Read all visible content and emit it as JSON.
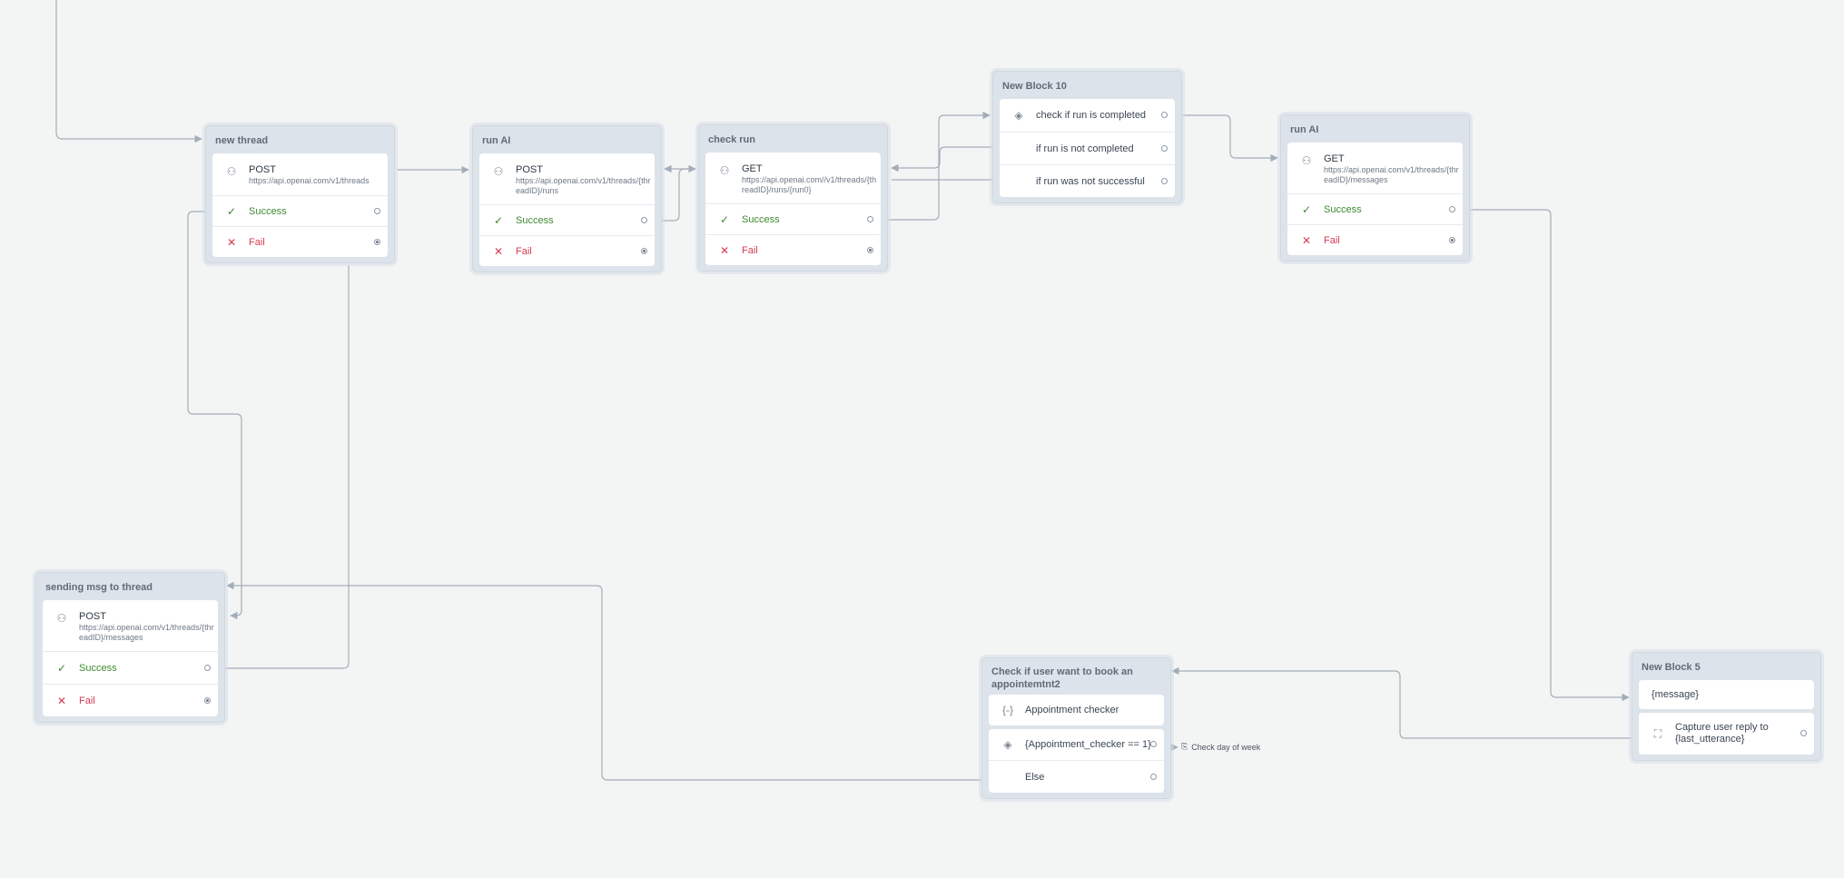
{
  "blocks": {
    "new_thread": {
      "title": "new thread",
      "method": "POST",
      "url": "https://api.openai.com/v1/threads",
      "success": "Success",
      "fail": "Fail"
    },
    "run_ai_1": {
      "title": "run AI",
      "method": "POST",
      "url": "https://api.openai.com/v1/threads/{threadID}/runs",
      "success": "Success",
      "fail": "Fail"
    },
    "check_run": {
      "title": "check run",
      "method": "GET",
      "url": "https://api.openai.com//v1/threads/{threadID}/runs/{run0}",
      "success": "Success",
      "fail": "Fail"
    },
    "new_block_10": {
      "title": "New Block 10",
      "conditions": [
        "check if run is completed",
        "if run is not completed",
        "if run was not successful"
      ]
    },
    "run_ai_2": {
      "title": "run AI",
      "method": "GET",
      "url": "https://api.openai.com/v1/threads/{threadID}/messages",
      "success": "Success",
      "fail": "Fail"
    },
    "sending_msg": {
      "title": "sending msg to thread",
      "method": "POST",
      "url": "https://api.openai.com/v1/threads/{threadID}/messages",
      "success": "Success",
      "fail": "Fail"
    },
    "check_user": {
      "title": "Check if user want to book an appointemtnt2",
      "set_label": "Appointment checker",
      "condition": "{Appointment_checker == 1}",
      "else": "Else",
      "jump_label": "Check day of week"
    },
    "new_block_5": {
      "title": "New Block 5",
      "message": "{message}",
      "capture": "Capture user reply to {last_utterance}"
    }
  },
  "colors": {
    "wire": "#a3adb9",
    "success": "#3c8a2e",
    "fail": "#d63a4f",
    "canvas": "#f3f4f4"
  },
  "icons": {
    "request": "webhook-icon",
    "success": "check-icon",
    "fail": "x-icon",
    "condition": "condition-icon",
    "set": "braces-icon",
    "capture": "capture-icon",
    "jump": "jump-icon"
  }
}
